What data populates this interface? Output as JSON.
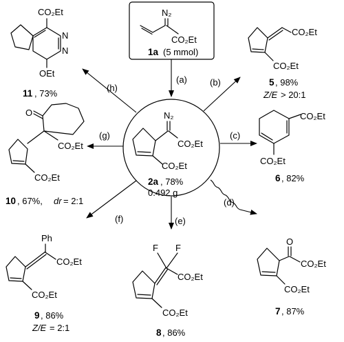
{
  "start": {
    "diazo_label": "N₂",
    "ester_label": "CO₂Et",
    "compound": "1a",
    "amount": "(5 mmol)"
  },
  "center": {
    "diazo_label": "N₂",
    "ester1": "CO₂Et",
    "ester2": "CO₂Et",
    "compound": "2a",
    "yield": ", 78%",
    "mass": "0.492 g"
  },
  "conditions": {
    "a": "(a)",
    "b": "(b)",
    "c": "(c)",
    "d": "(d)",
    "e": "(e)",
    "f": "(f)",
    "g": "(g)",
    "h": "(h)"
  },
  "products": {
    "p5": {
      "compound": "5",
      "yield": ", 98%",
      "note_italic": "Z/E",
      "note_rest": " > 20:1",
      "ester1": "CO₂Et",
      "ester2": "CO₂Et"
    },
    "p6": {
      "compound": "6",
      "yield": ", 82%",
      "ester1": "CO₂Et",
      "ester2": "CO₂Et"
    },
    "p7": {
      "compound": "7",
      "yield": ", 87%",
      "oxygen": "O",
      "ester1": "CO₂Et",
      "ester2": "CO₂Et"
    },
    "p8": {
      "compound": "8",
      "yield": ", 86%",
      "f1": "F",
      "f2": "F",
      "ester1": "CO₂Et",
      "ester2": "CO₂Et"
    },
    "p9": {
      "compound": "9",
      "yield": ", 86%",
      "note_italic": "Z/E",
      "note_rest": " = 2:1",
      "ph": "Ph",
      "ester1": "CO₂Et",
      "ester2": "CO₂Et"
    },
    "p10": {
      "compound": "10",
      "yield": ", 67%, ",
      "dr_italic": "dr",
      "dr_rest": " = 2:1",
      "oxygen": "O",
      "ester1": "CO₂Et",
      "ester2": "CO₂Et"
    },
    "p11": {
      "compound": "11",
      "yield": ", 73%",
      "ester": "CO₂Et",
      "oet": "OEt",
      "n1": "N",
      "n2": "N"
    }
  }
}
